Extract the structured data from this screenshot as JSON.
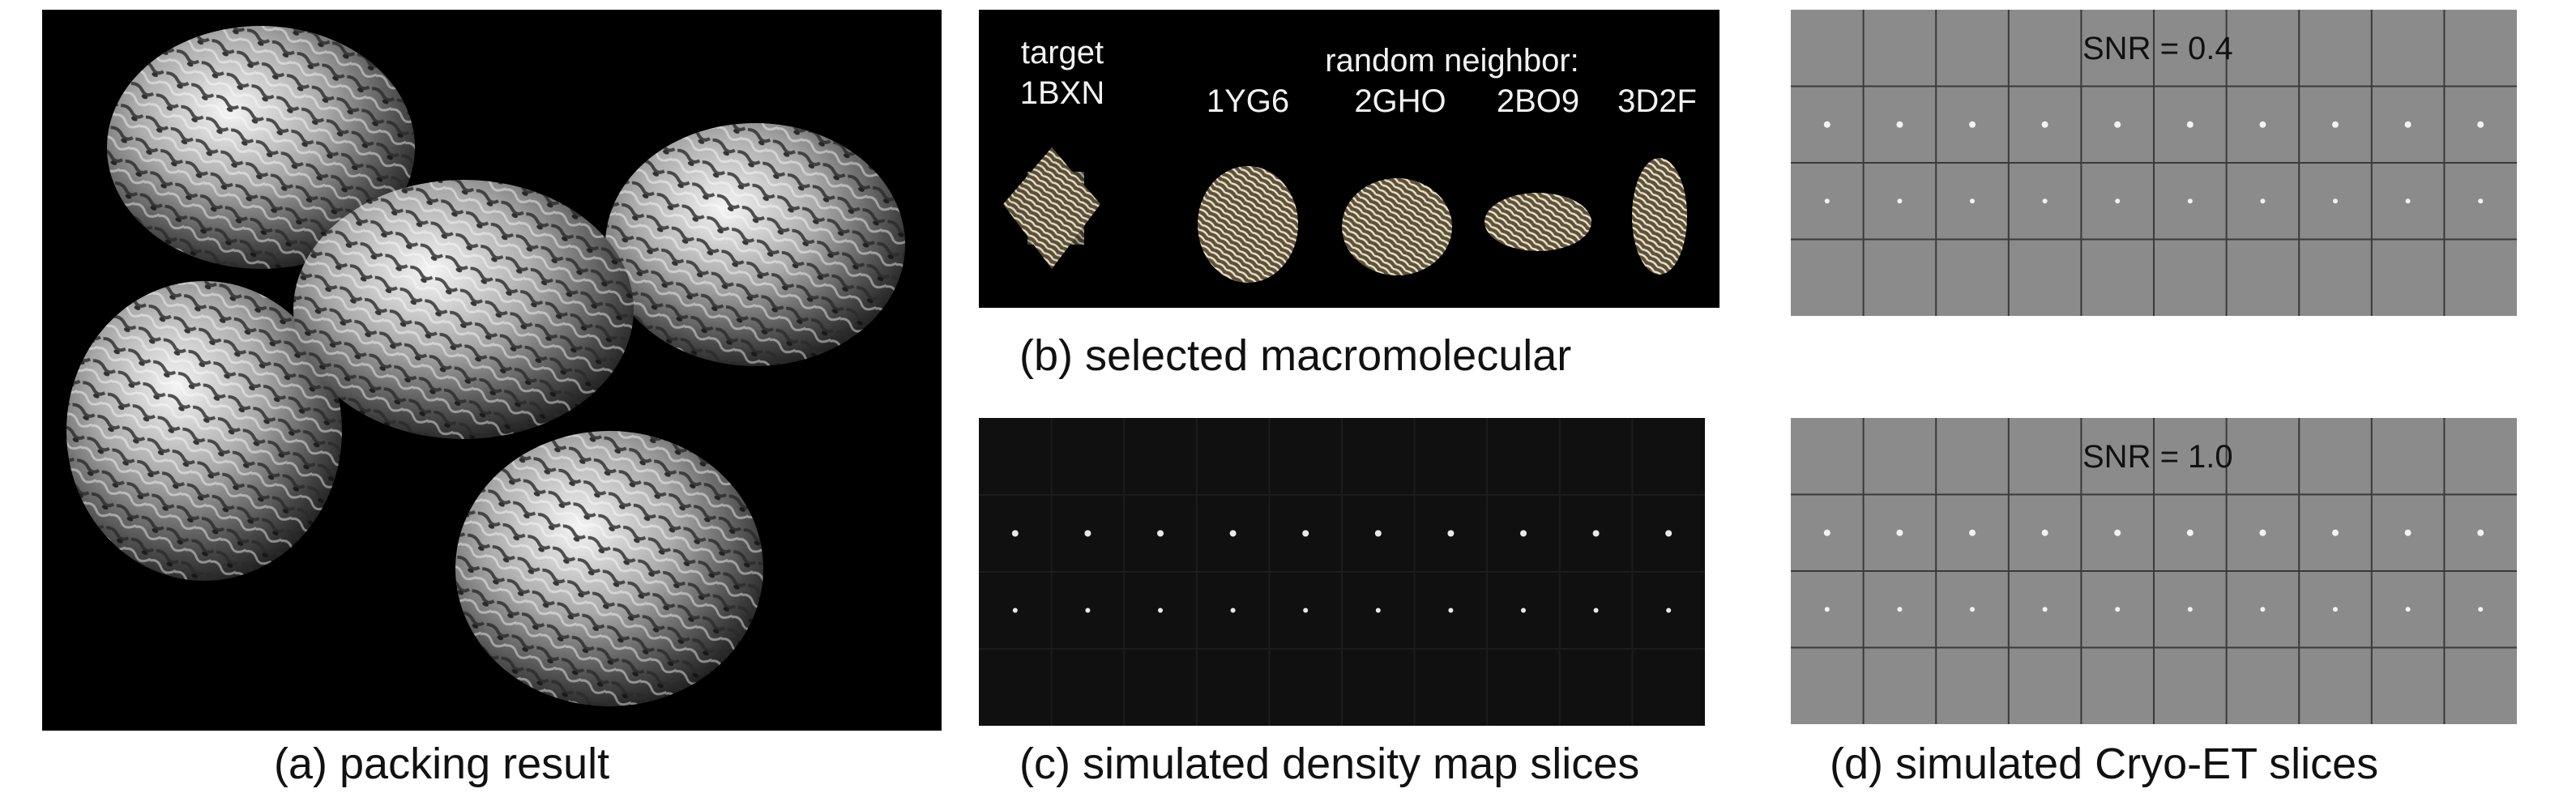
{
  "panel_a": {
    "caption": "(a)  packing result"
  },
  "panel_b": {
    "caption": "(b)  selected macromolecular",
    "target_label": "target",
    "target_id": "1BXN",
    "neighbor_label": "random neighbor:",
    "neighbor_ids": [
      "1YG6",
      "2GHO",
      "2BO9",
      "3D2F"
    ]
  },
  "panel_c": {
    "caption": "(c)  simulated density map slices"
  },
  "panel_d": {
    "caption": "(d)  simulated Cryo-ET slices",
    "snr_top": "SNR = 0.4",
    "snr_bottom": "SNR = 1.0"
  },
  "colors": {
    "background": "#000000",
    "structure": "#d8cba8",
    "surface": "#b8b8b8",
    "tomogram": "#8b8b8b"
  }
}
